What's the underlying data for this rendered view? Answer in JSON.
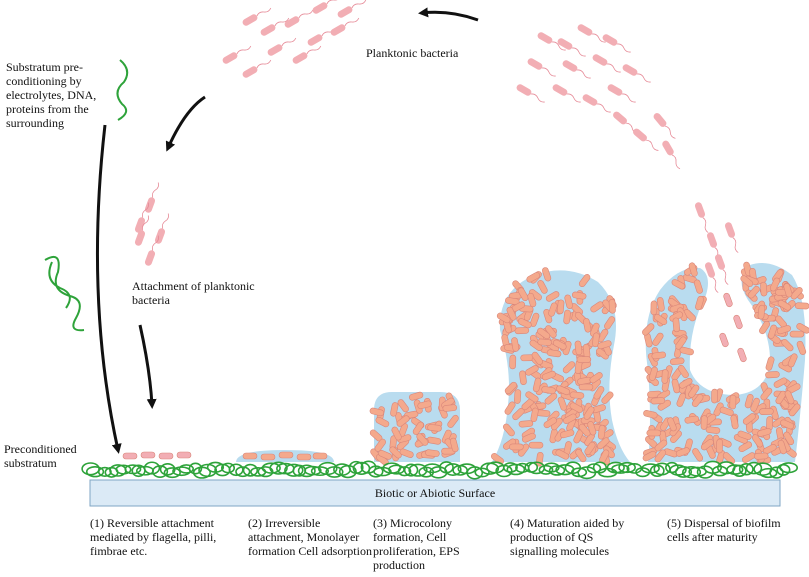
{
  "labels": {
    "planktonic": "Planktonic bacteria",
    "preconditioning": "Substratum pre-conditioning by electrolytes, DNA, proteins from the surrounding",
    "attachment": "Attachment of  planktonic bacteria",
    "preconditioned": "Preconditioned substratum",
    "surface": "Biotic or Abiotic Surface"
  },
  "stages": [
    {
      "text": "(1) Reversible  attachment mediated by flagella, pilli, fimbrae etc."
    },
    {
      "text": "(2) Irreversible attachment, Monolayer formation Cell adsorption"
    },
    {
      "text": "(3) Microcolony formation, Cell proliferation, EPS production"
    },
    {
      "text": "(4) Maturation aided by production of QS signalling molecules"
    },
    {
      "text": "(5) Dispersal of biofilm cells after maturity"
    }
  ],
  "colors": {
    "bacteria": "#f2aeb4",
    "biofilm_cell": "#f4a98c",
    "matrix": "#b9dcef",
    "conditioning": "#2ea33a",
    "surface": "#dbeaf6",
    "arrow": "#111111"
  }
}
